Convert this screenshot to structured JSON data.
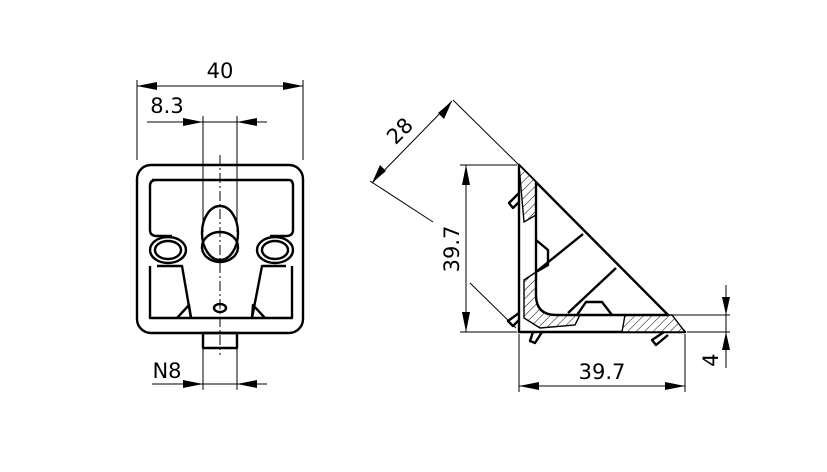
{
  "front_view": {
    "width_dim": "40",
    "slot_dim": "8.3",
    "nut_dim": "N8"
  },
  "side_view": {
    "leg_dim": "28",
    "height_dim": "39.7",
    "length_dim": "39.7",
    "thickness_dim": "4"
  }
}
